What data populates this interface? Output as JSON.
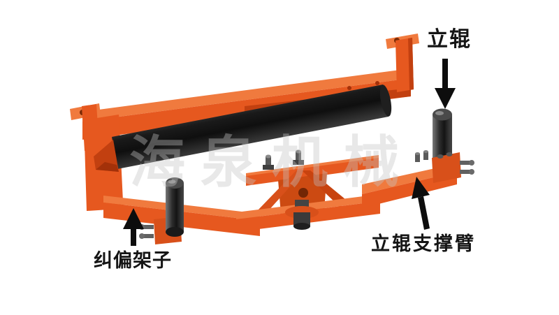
{
  "figure": {
    "watermark": "海泉机械",
    "labels": {
      "vertical_roller": "立辊",
      "correcting_frame": "纠偏架子",
      "support_arm": "立辊支撑臂"
    },
    "icons": {
      "down-arrow-icon": "▼",
      "up-arrow-icon": "▲",
      "diagonal-up-arrow-icon": "◤"
    },
    "colors": {
      "frame-orange": "#e6581f",
      "frame-orange-light": "#f07a3e",
      "frame-orange-dark": "#c24010",
      "frame-orange-deep": "#a33109",
      "roller-dark": "#1c1c1c",
      "metal-gray": "#5a5a5a",
      "arrow-black": "#0d0d0d",
      "label-black": "#151515",
      "watermark-gray": "#c4c4c4",
      "background": "#ffffff"
    }
  }
}
